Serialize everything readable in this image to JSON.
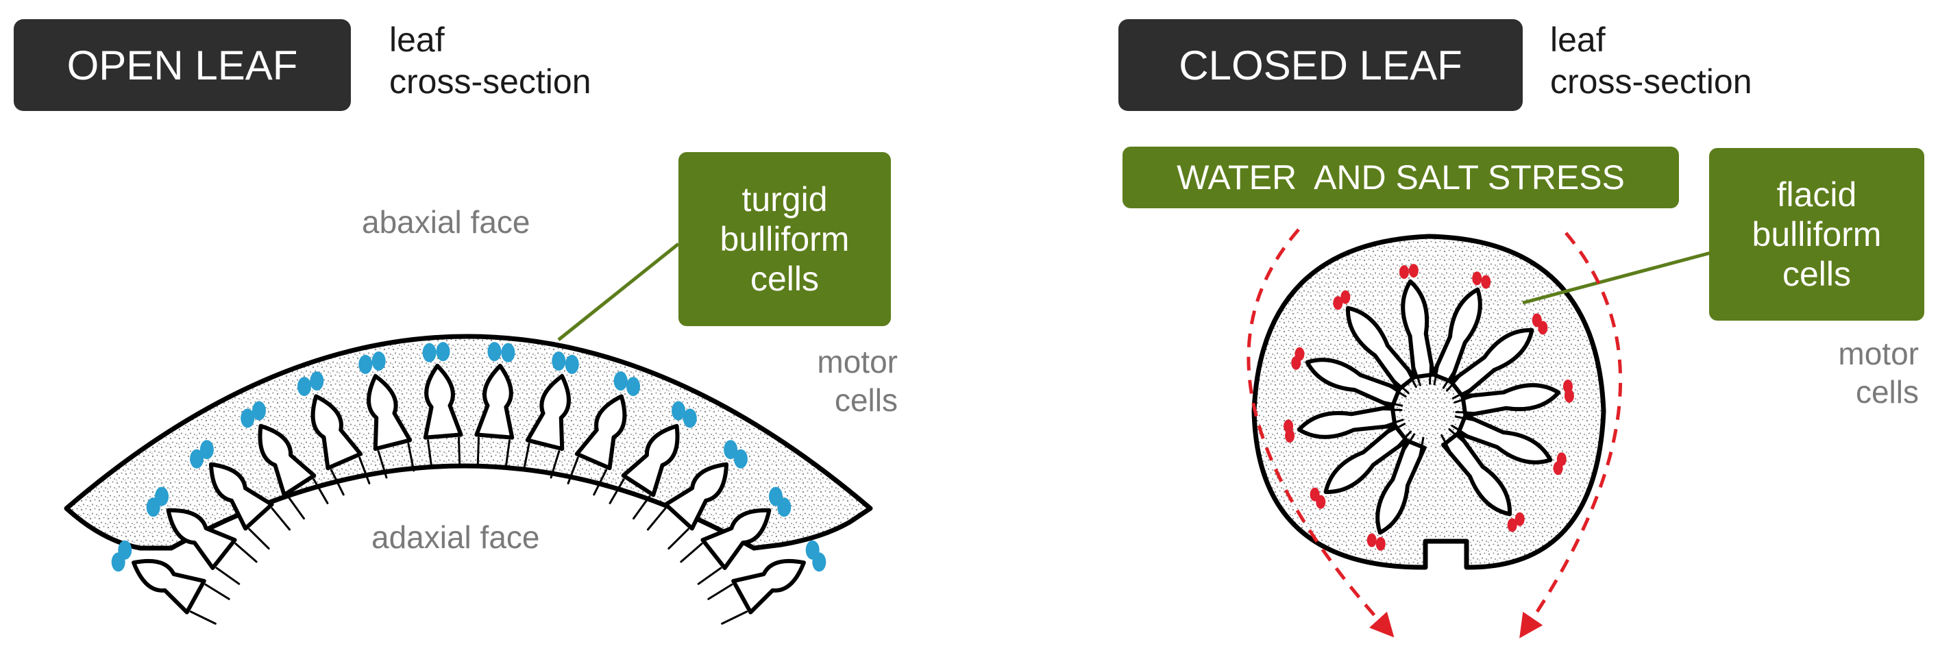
{
  "open_panel": {
    "title": "OPEN LEAF",
    "subtitle": [
      "leaf",
      "cross-section"
    ],
    "face_top": "abaxial face",
    "face_bottom": "adaxial face",
    "callout": [
      "turgid",
      "bulliform",
      "cells"
    ],
    "motor": [
      "motor",
      "cells"
    ],
    "cell_color": "#2a9fd0"
  },
  "closed_panel": {
    "title": "CLOSED LEAF",
    "subtitle": [
      "leaf",
      "cross-section"
    ],
    "stress": "WATER  AND SALT STRESS",
    "callout": [
      "flacid",
      "bulliform",
      "cells"
    ],
    "motor": [
      "motor",
      "cells"
    ],
    "cell_color": "#e0202e",
    "arrow_color": "#e02027"
  },
  "colors": {
    "dark_badge": "#2e2e2e",
    "green_badge": "#5c7d1b",
    "label_gray": "#7a7a7a",
    "stipple": "#8a8a8a"
  }
}
